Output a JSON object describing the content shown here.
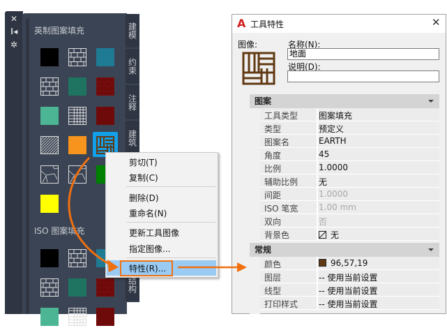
{
  "palette": {
    "side_icons": [
      "close-icon",
      "auto-hide-icon",
      "properties-icon"
    ],
    "section1": {
      "title": "英制图案填充",
      "swatches": [
        {
          "type": "solid",
          "color": "#000000"
        },
        {
          "type": "brick"
        },
        {
          "type": "solid",
          "color": "#1f7a94"
        },
        {
          "type": "brick"
        },
        {
          "type": "solid",
          "color": "#1e7460"
        },
        {
          "type": "brick-red"
        },
        {
          "type": "solid",
          "color": "#4bb594"
        },
        {
          "type": "grid"
        },
        {
          "type": "solid",
          "color": "#6e0a0a"
        },
        {
          "type": "hatch"
        },
        {
          "type": "solid",
          "color": "#f7941e"
        },
        {
          "type": "earth"
        },
        {
          "type": "ar-conc"
        },
        {
          "type": "dash"
        },
        {
          "type": "solid",
          "color": "#008000"
        },
        {
          "type": "solid",
          "color": "#ffff00"
        }
      ]
    },
    "section2": {
      "title": "ISO 图案填充",
      "swatches": [
        {
          "type": "solid",
          "color": "#000000"
        },
        {
          "type": "brick"
        },
        {
          "type": "solid",
          "color": "#1f7a94"
        },
        {
          "type": "brick"
        },
        {
          "type": "solid",
          "color": "#1e7460"
        },
        {
          "type": "brick-red"
        },
        {
          "type": "solid",
          "color": "#4bb594"
        },
        {
          "type": "grid"
        },
        {
          "type": "solid",
          "color": "#6e0a0a"
        }
      ]
    },
    "tabs": [
      "建模",
      "约束",
      "注释",
      "建筑",
      "结构"
    ]
  },
  "context_menu": {
    "items": [
      "剪切(T)",
      "复制(C)",
      "删除(D)",
      "重命名(N)",
      "更新工具图像",
      "指定图像...",
      "特性(R)..."
    ],
    "highlighted": "特性(R)..."
  },
  "dialog": {
    "title": "工具特性",
    "image_label": "图像:",
    "name_label": "名称(N):",
    "name_value": "地面",
    "desc_label": "说明(D):",
    "desc_value": "",
    "sections": [
      {
        "title": "图案",
        "rows": [
          {
            "key": "工具类型",
            "value": "图案填充"
          },
          {
            "key": "类型",
            "value": "预定义"
          },
          {
            "key": "图案名",
            "value": "EARTH"
          },
          {
            "key": "角度",
            "value": "45"
          },
          {
            "key": "比例",
            "value": "1.0000"
          },
          {
            "key": "辅助比例",
            "value": "无"
          },
          {
            "key": "间距",
            "value": "1.0000",
            "disabled": true
          },
          {
            "key": "ISO 笔宽",
            "value": "1.00 mm",
            "disabled": true
          },
          {
            "key": "双向",
            "value": "否",
            "disabled": true
          },
          {
            "key": "背景色",
            "value": "无",
            "icon": "none-color-icon"
          }
        ]
      },
      {
        "title": "常规",
        "rows": [
          {
            "key": "颜色",
            "value": "96,57,19",
            "swatch": "#603913"
          },
          {
            "key": "图层",
            "value": "-- 使用当前设置"
          },
          {
            "key": "线型",
            "value": "-- 使用当前设置"
          },
          {
            "key": "打印样式",
            "value": "-- 使用当前设置"
          }
        ]
      }
    ]
  },
  "colors": {
    "accent": "#f07010",
    "highlight": "#99cbf5",
    "selected": "#13a0e8",
    "earth": "#603913"
  }
}
